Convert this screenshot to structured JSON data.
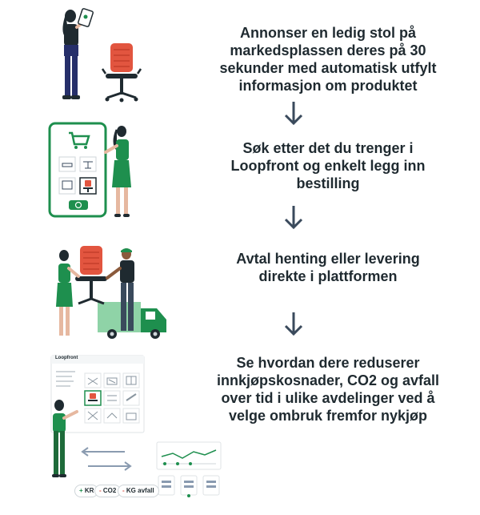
{
  "steps": [
    {
      "text": "Annonser en ledig stol på markedsplassen deres på 30 sekunder med automatisk utfylt informasjon om produktet"
    },
    {
      "text": "Søk etter det du trenger i Loopfront og enkelt legg inn bestilling"
    },
    {
      "text": "Avtal henting eller levering direkte i plattformen"
    },
    {
      "text": "Se hvordan dere reduserer innkjøpskosnader, CO2 og avfall over tid i ulike avdelinger ved å velge ombruk fremfor nykjøp"
    }
  ],
  "dashboard": {
    "logo": "Loopfront"
  },
  "badges": [
    {
      "sign": "+",
      "label": "KR"
    },
    {
      "sign": "-",
      "label": "CO2"
    },
    {
      "sign": "-",
      "label": "KG avfall"
    }
  ],
  "colors": {
    "green": "#1e8f4e",
    "red": "#e2553f",
    "dark": "#1f2a30",
    "text": "#1f2a30"
  }
}
